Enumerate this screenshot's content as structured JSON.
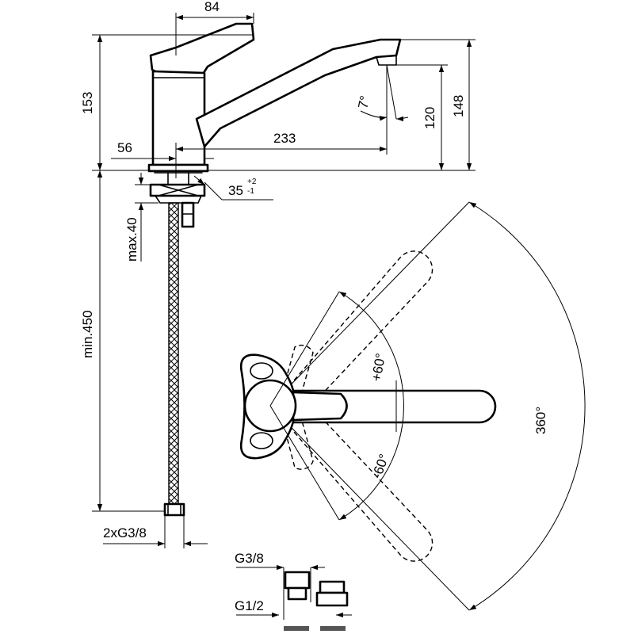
{
  "dimensions": {
    "d84": "84",
    "d153": "153",
    "d148": "148",
    "d120": "120",
    "d7deg": "7°",
    "d56": "56",
    "d233": "233",
    "d35": "35",
    "d35_sup": "+2",
    "d35_sub": "-1",
    "dmax40": "max.40",
    "dmin450": "min.450",
    "thread_hose": "2xG3/8",
    "thread_g38": "G3/8",
    "thread_g12": "G1/2",
    "angle_plus60": "+60°",
    "angle_minus60": "-60°",
    "angle_360": "360°"
  }
}
